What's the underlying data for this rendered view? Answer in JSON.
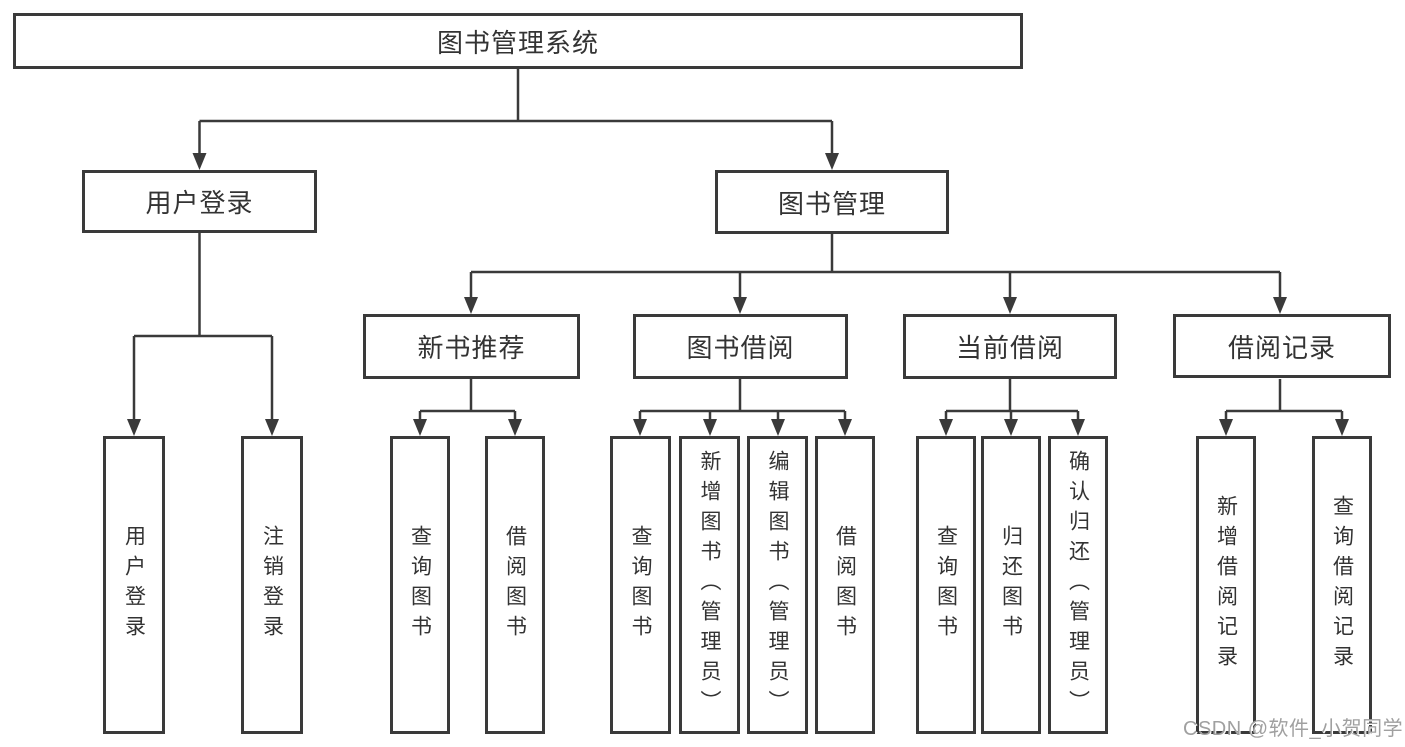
{
  "colors": {
    "border": "#3a3a3a",
    "line": "#3a3a3a",
    "text": "#333333",
    "watermark": "#a0a0a0",
    "background": "#ffffff"
  },
  "root": {
    "label": "图书管理系统"
  },
  "branches": {
    "user_login": {
      "label": "用户登录",
      "children": [
        {
          "label": "用户登录"
        },
        {
          "label": "注销登录"
        }
      ]
    },
    "book_mgmt": {
      "label": "图书管理",
      "children": [
        {
          "label": "新书推荐",
          "children": [
            {
              "label": "查询图书"
            },
            {
              "label": "借阅图书"
            }
          ]
        },
        {
          "label": "图书借阅",
          "children": [
            {
              "label": "查询图书"
            },
            {
              "label": "新增图书（管理员）"
            },
            {
              "label": "编辑图书（管理员）"
            },
            {
              "label": "借阅图书"
            }
          ]
        },
        {
          "label": "当前借阅",
          "children": [
            {
              "label": "查询图书"
            },
            {
              "label": "归还图书"
            },
            {
              "label": "确认归还（管理员）"
            }
          ]
        },
        {
          "label": "借阅记录",
          "children": [
            {
              "label": "新增借阅记录"
            },
            {
              "label": "查询借阅记录"
            }
          ]
        }
      ]
    }
  },
  "watermark": {
    "text": "CSDN @软件_小贺同学"
  }
}
